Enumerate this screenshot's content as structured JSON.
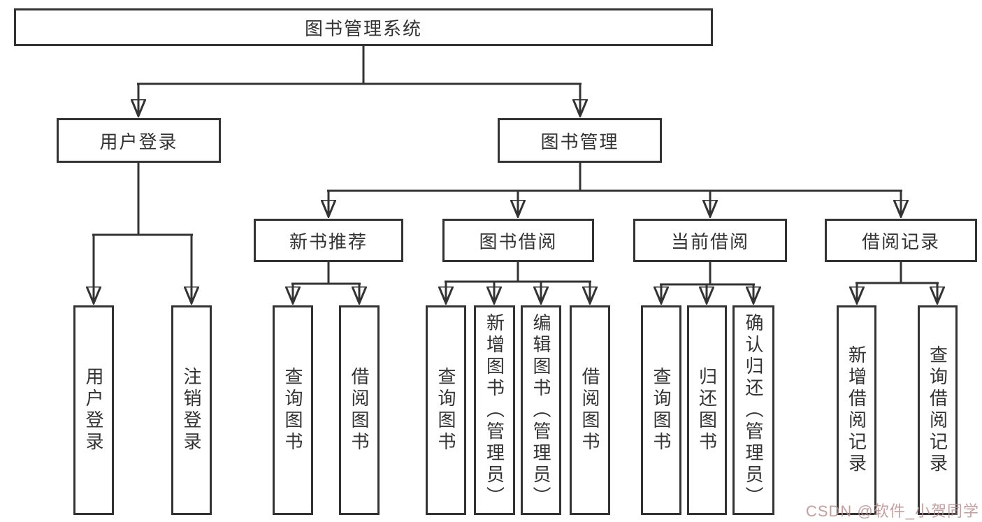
{
  "diagram": {
    "root": {
      "label": "图书管理系统"
    },
    "branches": [
      {
        "label": "用户登录",
        "children": [
          {
            "label": "用户登录"
          },
          {
            "label": "注销登录"
          }
        ]
      },
      {
        "label": "图书管理",
        "children": [
          {
            "label": "新书推荐",
            "children": [
              {
                "label": "查询图书"
              },
              {
                "label": "借阅图书"
              }
            ]
          },
          {
            "label": "图书借阅",
            "children": [
              {
                "label": "查询图书"
              },
              {
                "label": "新增图书（管理员）"
              },
              {
                "label": "编辑图书（管理员）"
              },
              {
                "label": "借阅图书"
              }
            ]
          },
          {
            "label": "当前借阅",
            "children": [
              {
                "label": "查询图书"
              },
              {
                "label": "归还图书"
              },
              {
                "label": "确认归还（管理员）"
              }
            ]
          },
          {
            "label": "借阅记录",
            "children": [
              {
                "label": "新增借阅记录"
              },
              {
                "label": "查询借阅记录"
              }
            ]
          }
        ]
      }
    ],
    "watermark": "CSDN @软件_小贺同学",
    "colors": {
      "line": "#333333",
      "text": "#333333",
      "background": "#ffffff",
      "watermark": "#bc8d8d"
    }
  }
}
